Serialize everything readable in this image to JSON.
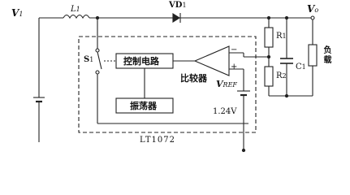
{
  "diagram": {
    "labels": {
      "v1": "V",
      "v1_sub": "1",
      "l1": "L",
      "l1_sub": "1",
      "vd1": "VD",
      "vd1_sub": "1",
      "vo": "V",
      "vo_sub": "o",
      "s1": "S",
      "s1_sub": "1",
      "r1": "R",
      "r1_sub": "1",
      "r2": "R",
      "r2_sub": "2",
      "c1": "C",
      "c1_sub": "1",
      "load": "负载",
      "control_circuit": "控制电路",
      "oscillator": "振荡器",
      "comparator": "比较器",
      "vref": "V",
      "vref_sub": "REF",
      "ref_voltage": "1.24V",
      "chip": "LT1072",
      "plus": "+",
      "minus": "−"
    },
    "colors": {
      "line": "#222222",
      "text": "#111111",
      "background": "#ffffff"
    }
  }
}
